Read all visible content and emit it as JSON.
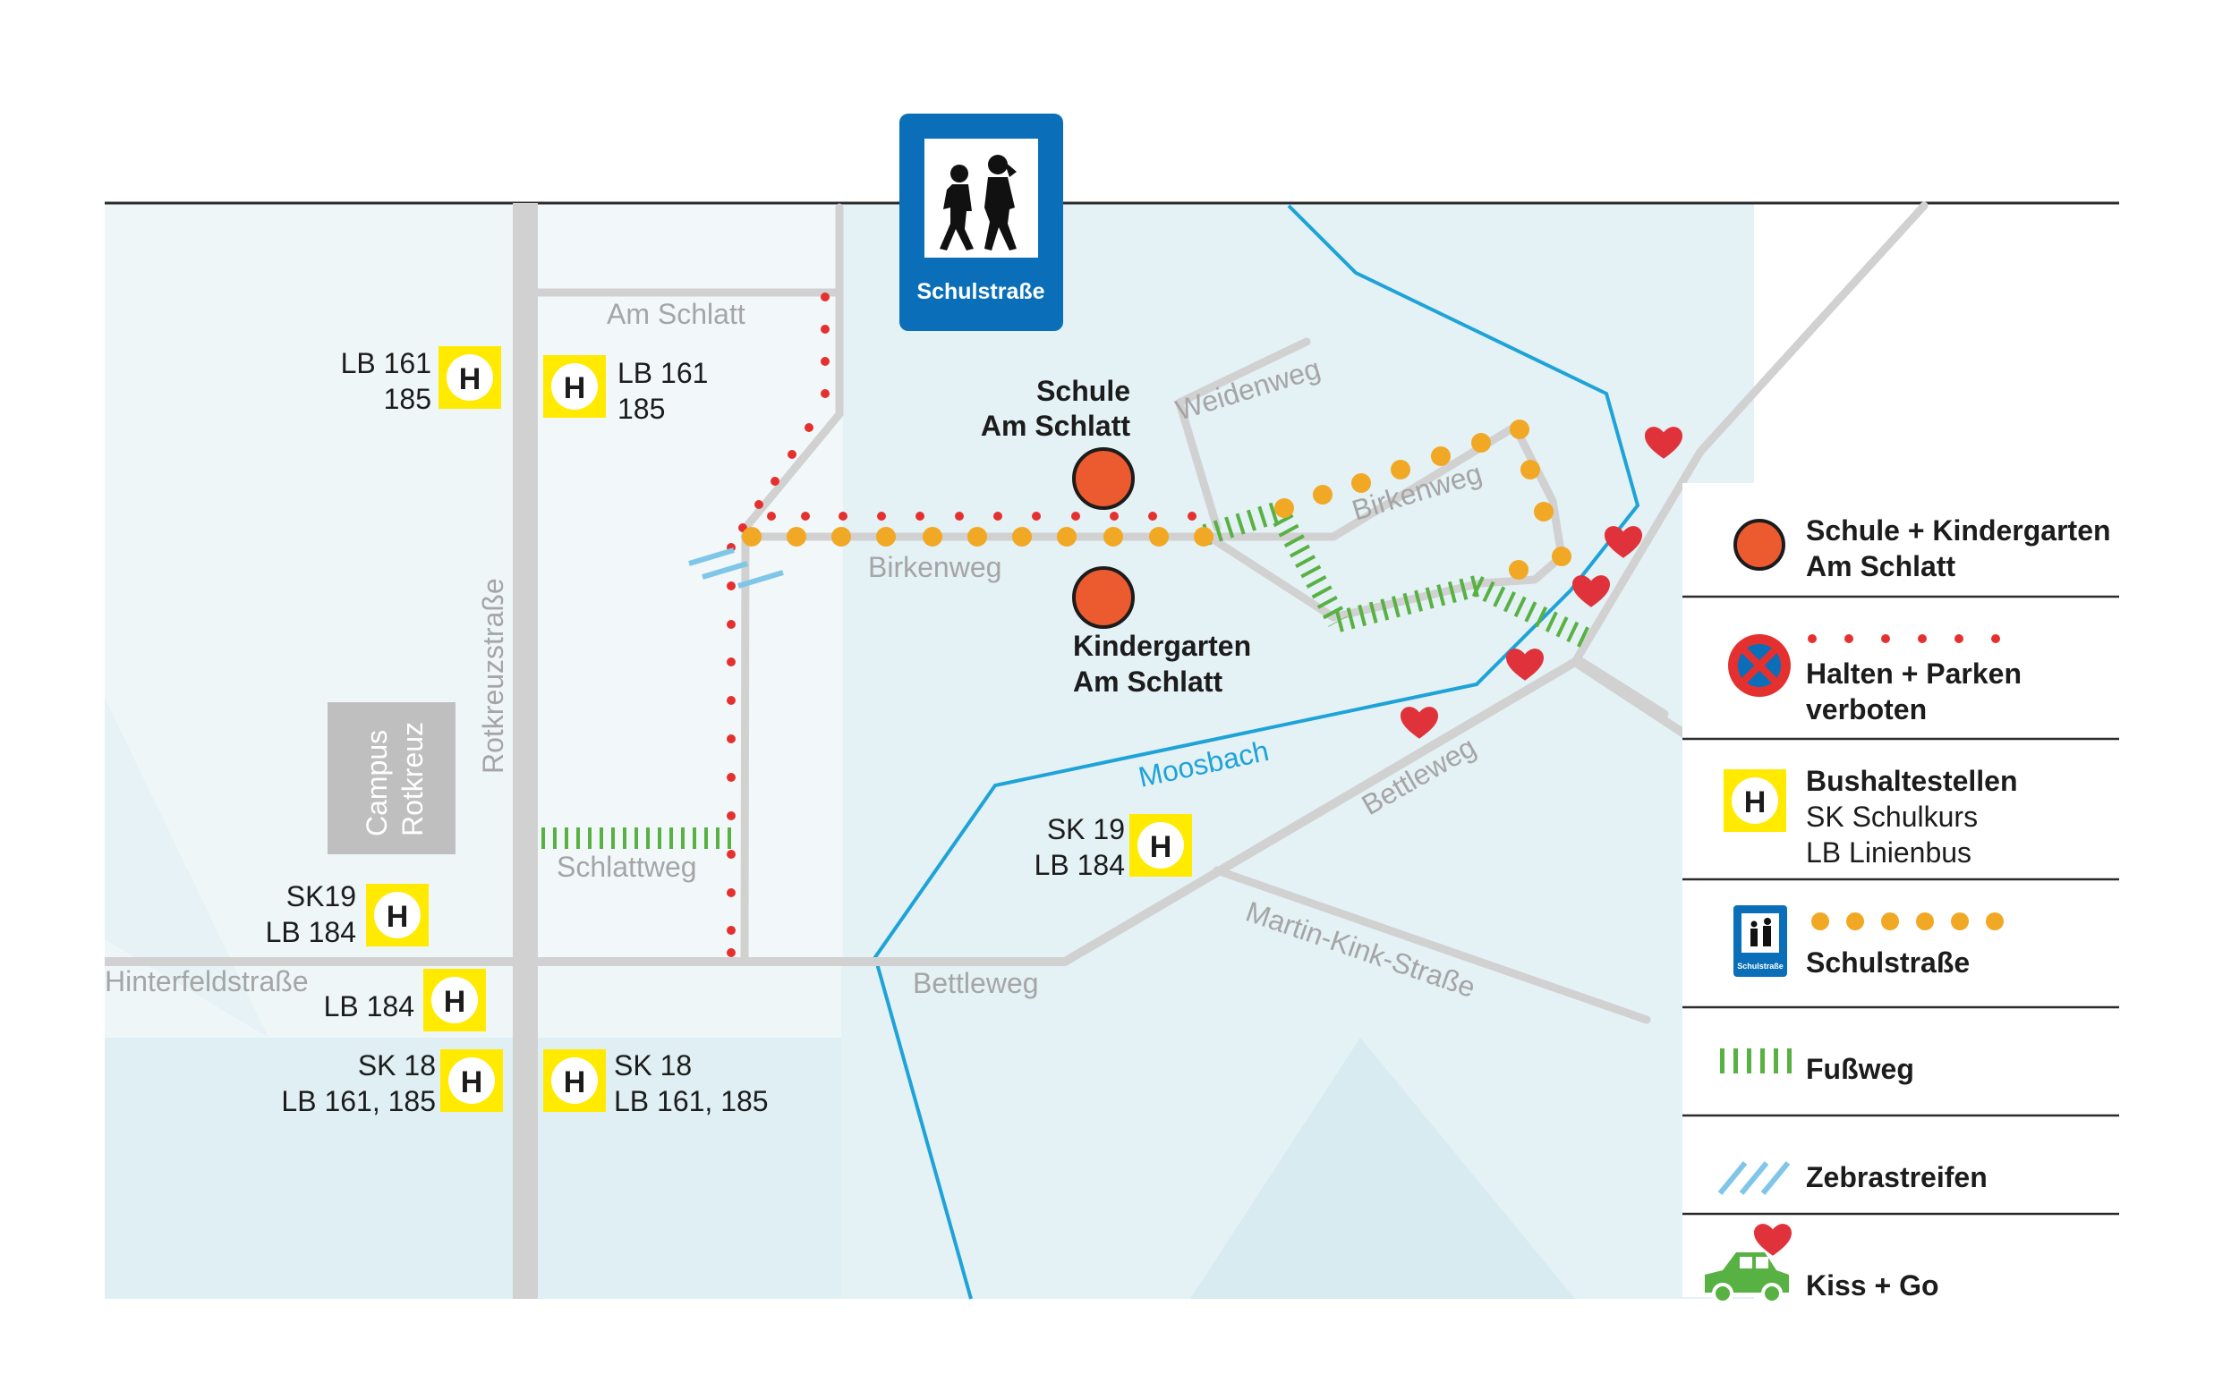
{
  "streets": {
    "am_schlatt": "Am Schlatt",
    "weidenweg": "Weidenweg",
    "birkenweg_west": "Birkenweg",
    "birkenweg_east": "Birkenweg",
    "rotkreuzstrasse": "Rotkreuzstraße",
    "schlattweg": "Schlattweg",
    "hinterfeldstrasse": "Hinterfeldstraße",
    "bettleweg_south": "Bettleweg",
    "bettleweg_east": "Bettleweg",
    "martin_kink_strasse": "Martin-Kink-Straße",
    "moosbach": "Moosbach"
  },
  "places": {
    "campus_line1": "Campus",
    "campus_line2": "Rotkreuz",
    "schule_line1": "Schule",
    "schule_line2": "Am Schlatt",
    "kiga_line1": "Kindergarten",
    "kiga_line2": "Am Schlatt"
  },
  "sign": {
    "label": "Schulstraße",
    "icon": "schoolchildren-icon",
    "color": "#0a6fb8"
  },
  "bus_stops": {
    "h_letter": "H",
    "stop1_line1": "LB 161",
    "stop1_line2": "185",
    "stop2_line1": "LB 161",
    "stop2_line2": "185",
    "stop3_line1": "SK19",
    "stop3_line2": "LB 184",
    "stop4_line1": "LB 184",
    "stop5_line1": "SK 18",
    "stop5_line2": "LB 161, 185",
    "stop6_line1": "SK 18",
    "stop6_line2": "LB 161, 185",
    "stop7_line1": "SK 19",
    "stop7_line2": "LB 184"
  },
  "legend": {
    "school_line1": "Schule + Kindergarten",
    "school_line2": "Am Schlatt",
    "noparking_line1": "Halten + Parken",
    "noparking_line2": "verboten",
    "bus_title": "Bushaltestellen",
    "bus_sub1": "SK Schulkurs",
    "bus_sub2": "LB Linienbus",
    "schulstrasse": "Schulstraße",
    "sign_small": "Schulstraße",
    "fussweg": "Fußweg",
    "zebra": "Zebrastreifen",
    "kiss_go": "Kiss + Go"
  },
  "colors": {
    "map_bg": "#e9f4f6",
    "road": "#cfcfcf",
    "river": "#1ea3d8",
    "school_dot": "#ec5a2f",
    "schulstrasse_dot": "#f1a824",
    "no_parking_dot": "#e53030",
    "footpath": "#58b143",
    "bus_yellow": "#ffea00",
    "heart": "#e0323a",
    "car": "#58b143"
  }
}
